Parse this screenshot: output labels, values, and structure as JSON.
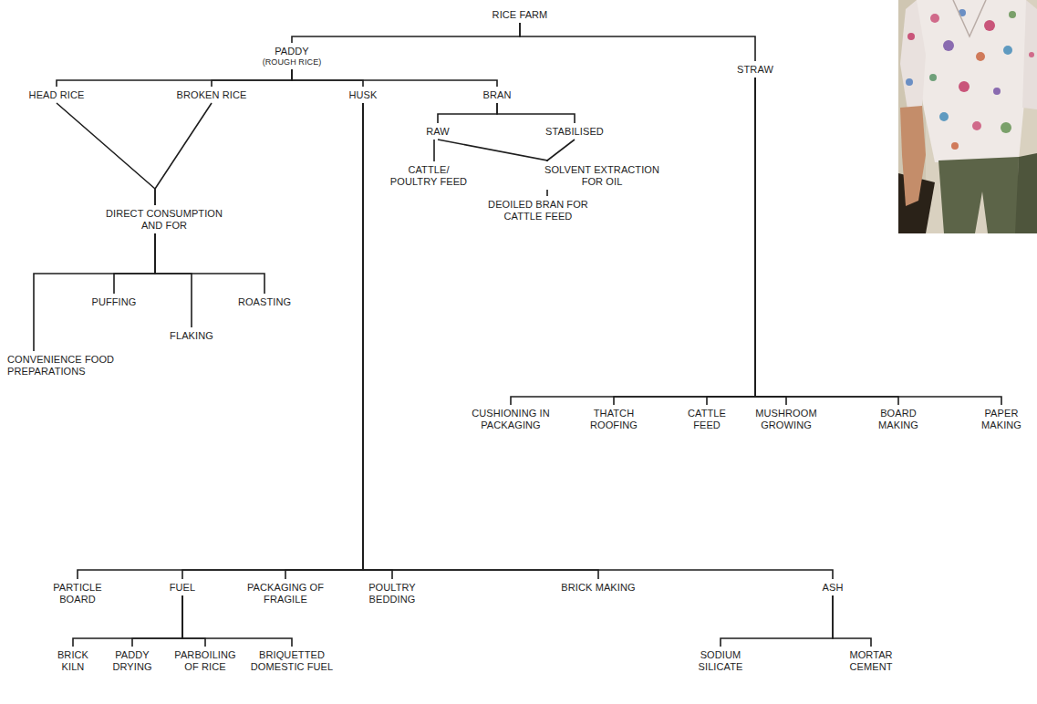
{
  "diagram": {
    "nodes": [
      {
        "text": [
          "RICE FARM"
        ]
      },
      {
        "text": [
          "PADDY",
          "(ROUGH RICE)"
        ]
      },
      {
        "text": [
          "STRAW"
        ]
      },
      {
        "text": [
          "HEAD RICE"
        ]
      },
      {
        "text": [
          "BROKEN RICE"
        ]
      },
      {
        "text": [
          "HUSK"
        ]
      },
      {
        "text": [
          "BRAN"
        ]
      },
      {
        "text": [
          "DIRECT CONSUMPTION AND FOR"
        ]
      },
      {
        "text": [
          "PUFFING"
        ]
      },
      {
        "text": [
          "FLAKING"
        ]
      },
      {
        "text": [
          "ROASTING"
        ]
      },
      {
        "text": [
          "CONVENIENCE FOOD PREPARATIONS"
        ]
      },
      {
        "text": [
          "RAW"
        ]
      },
      {
        "text": [
          "STABILISED"
        ]
      },
      {
        "text": [
          "CATTLE/ POULTRY FEED"
        ]
      },
      {
        "text": [
          "SOLVENT EXTRACTION FOR OIL"
        ]
      },
      {
        "text": [
          "DEOILED BRAN FOR CATTLE FEED"
        ]
      },
      {
        "text": [
          "CUSHIONING IN PACKAGING"
        ]
      },
      {
        "text": [
          "THATCH ROOFING"
        ]
      },
      {
        "text": [
          "CATTLE FEED"
        ]
      },
      {
        "text": [
          "MUSHROOM GROWING"
        ]
      },
      {
        "text": [
          "BOARD MAKING"
        ]
      },
      {
        "text": [
          "PAPER MAKING"
        ]
      },
      {
        "text": [
          "PARTICLE BOARD"
        ]
      },
      {
        "text": [
          "FUEL"
        ]
      },
      {
        "text": [
          "PACKAGING OF FRAGILE"
        ]
      },
      {
        "text": [
          "POULTRY BEDDING"
        ]
      },
      {
        "text": [
          "BRICK MAKING"
        ]
      },
      {
        "text": [
          "ASH"
        ]
      },
      {
        "text": [
          "BRICK KILN"
        ]
      },
      {
        "text": [
          "PADDY DRYING"
        ]
      },
      {
        "text": [
          "PARBOILING OF RICE"
        ]
      },
      {
        "text": [
          "BRIQUETTED DOMESTIC FUEL"
        ]
      },
      {
        "text": [
          "SODIUM SILICATE"
        ]
      },
      {
        "text": [
          "MORTAR CEMENT"
        ]
      }
    ],
    "edges": [
      {
        "from": 0,
        "to": 1,
        "arrow": "none"
      },
      {
        "from": 0,
        "to": 2,
        "arrow": "none"
      },
      {
        "from": 1,
        "to": 3,
        "arrow": "none"
      },
      {
        "from": 1,
        "to": 4,
        "arrow": "none"
      },
      {
        "from": 1,
        "to": 5,
        "arrow": "none"
      },
      {
        "from": 1,
        "to": 6,
        "arrow": "none"
      },
      {
        "from": 3,
        "to": 7,
        "arrow": "none"
      },
      {
        "from": 4,
        "to": 7,
        "arrow": "none"
      },
      {
        "from": 7,
        "to": 8,
        "arrow": "none"
      },
      {
        "from": 7,
        "to": 9,
        "arrow": "none"
      },
      {
        "from": 7,
        "to": 10,
        "arrow": "none"
      },
      {
        "from": 7,
        "to": 11,
        "arrow": "none"
      },
      {
        "from": 6,
        "to": 12,
        "arrow": "none"
      },
      {
        "from": 6,
        "to": 13,
        "arrow": "none"
      },
      {
        "from": 12,
        "to": 14,
        "arrow": "none"
      },
      {
        "from": 12,
        "to": 15,
        "arrow": "none"
      },
      {
        "from": 13,
        "to": 15,
        "arrow": "none"
      },
      {
        "from": 15,
        "to": 16,
        "arrow": "none"
      },
      {
        "from": 2,
        "to": 17,
        "arrow": "none"
      },
      {
        "from": 2,
        "to": 18,
        "arrow": "none"
      },
      {
        "from": 2,
        "to": 19,
        "arrow": "none"
      },
      {
        "from": 2,
        "to": 20,
        "arrow": "none"
      },
      {
        "from": 2,
        "to": 21,
        "arrow": "none"
      },
      {
        "from": 2,
        "to": 22,
        "arrow": "none"
      },
      {
        "from": 5,
        "to": 23,
        "arrow": "none"
      },
      {
        "from": 5,
        "to": 24,
        "arrow": "none"
      },
      {
        "from": 5,
        "to": 25,
        "arrow": "none"
      },
      {
        "from": 5,
        "to": 26,
        "arrow": "none"
      },
      {
        "from": 5,
        "to": 27,
        "arrow": "none"
      },
      {
        "from": 5,
        "to": 28,
        "arrow": "none"
      },
      {
        "from": 24,
        "to": 29,
        "arrow": "none"
      },
      {
        "from": 24,
        "to": 30,
        "arrow": "none"
      },
      {
        "from": 24,
        "to": 31,
        "arrow": "none"
      },
      {
        "from": 24,
        "to": 32,
        "arrow": "none"
      },
      {
        "from": 28,
        "to": 33,
        "arrow": "none"
      },
      {
        "from": 28,
        "to": 34,
        "arrow": "none"
      }
    ]
  }
}
